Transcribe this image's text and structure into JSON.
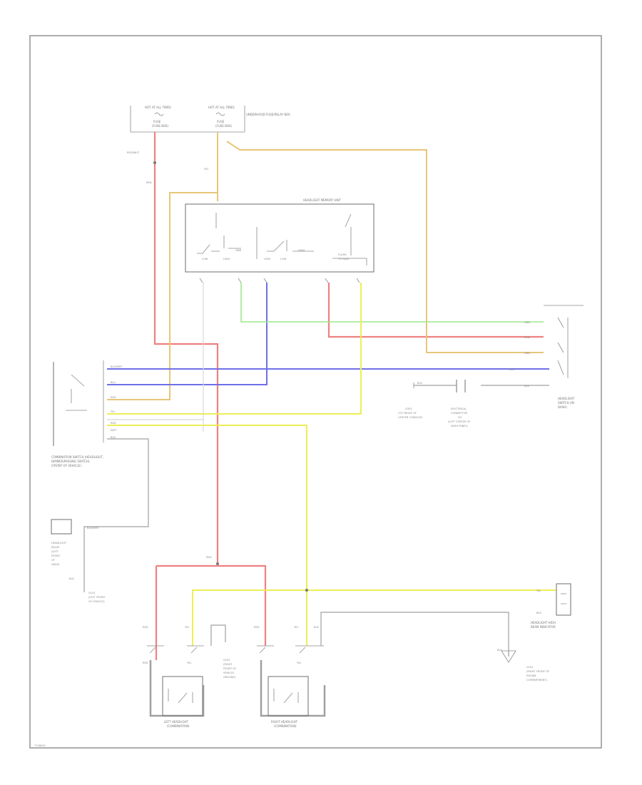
{
  "diagram": {
    "figure_id": "7749K01",
    "top_labels": {
      "fuse_a": [
        "HOT AT ALL TIMES",
        "FUSE",
        "(FUSE BOX)"
      ],
      "fuse_b": [
        "HOT AT ALL TIMES",
        "FUSE",
        "(FUSE BOX)"
      ],
      "fuse_box": [
        "UNDERHOOD FUSE/RELAY BOX"
      ]
    },
    "components": {
      "control_unit": "HEADLIGHT MEMORY UNIT",
      "control_unit_pins": [
        "LOW",
        "HIGH",
        "GND",
        "HIGH",
        "LOW",
        "HIGH",
        "FLASH",
        "TO PASS"
      ],
      "left_switch": [
        "COMBINATION SWITCH (HEADLIGHT,",
        "DIMMER/PASSING SWITCH)",
        "(FRONT OF VEHICLE)"
      ],
      "left_switch_wires": [
        "BLU/WHT",
        "BLU",
        "RED",
        "YEL",
        "RED",
        "WHT",
        "BLK"
      ],
      "right_switch": [
        "HEADLIGHT",
        "SWITCH (IN",
        "DASH)"
      ],
      "right_switch_wires": [
        "GRN",
        "RED",
        "GRN",
        "BLU/WHT",
        "BLK"
      ],
      "connector_ground": [
        "G302",
        "(TO FRONT OF",
        "CENTER CONSOLE)"
      ],
      "connector_b": [
        "ELECTRICAL",
        "CONNECTOR",
        "G3",
        "(LEFT CENTER OF",
        "DASH PANEL)"
      ],
      "small_relay": [
        "HEADLIGHT",
        "RELAY",
        "(LEFT",
        "FRONT",
        "OF",
        "DASH)"
      ],
      "small_relay_wire": "BLK",
      "ground_g1": [
        "G101",
        "(LEFT FRONT",
        "OF VEHICLE)"
      ],
      "left_headlight": [
        "LEFT HEADLIGHT",
        "(COMBINATION)"
      ],
      "right_headlight": [
        "RIGHT HEADLIGHT",
        "(COMBINATION)"
      ],
      "mid_ground": [
        "G201",
        "(RIGHT",
        "FRONT OF",
        "VEHICLE",
        "GROUND)"
      ],
      "indicator": [
        "HEADLIGHT HIGH",
        "BEAM INDICATOR"
      ],
      "right_ground": [
        "G101",
        "(RIGHT FRONT OF",
        "ENGINE",
        "COMPARTMENT)"
      ],
      "wire_codes": {
        "red_wht": "RED/WHT",
        "red": "RED",
        "blu": "BLU",
        "wht": "WHT",
        "yel": "YEL",
        "blk": "BLK",
        "blk_wht": "BLK/WHT"
      }
    }
  }
}
